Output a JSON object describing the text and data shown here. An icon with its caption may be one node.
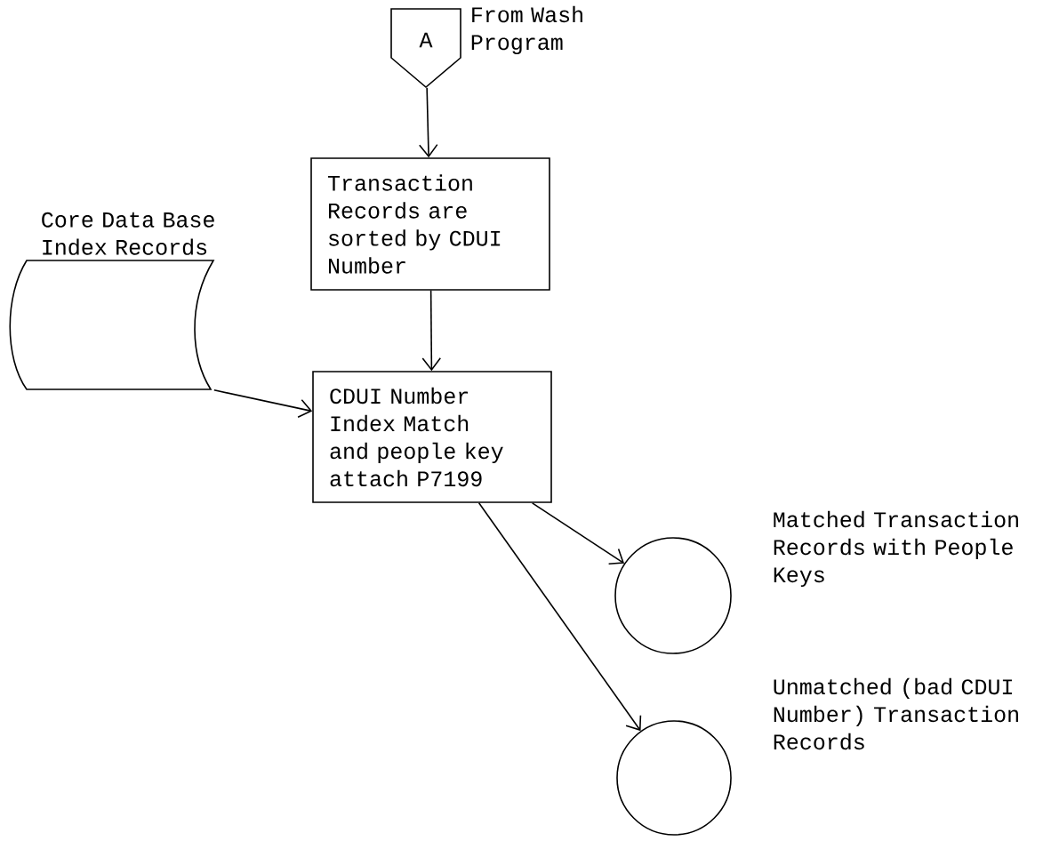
{
  "diagram": {
    "nodes": [
      {
        "text": [
          "A"
        ],
        "beside": [
          "From Wash Program"
        ]
      },
      {
        "text": [
          "Transaction Records are sorted by CDUI Number"
        ]
      },
      {
        "text": [
          "Core Data Base Index Records"
        ]
      },
      {
        "text": [
          "CDUI Number Index Match and people key attach P7199"
        ]
      },
      {
        "text": [],
        "shape": "circle",
        "beside": [
          "Matched Transaction Records with People Keys"
        ]
      },
      {
        "text": [],
        "shape": "circle",
        "beside": [
          "Unmatched (bad CDUI Number) Transaction Records"
        ]
      }
    ],
    "edges": [
      {
        "from": 0,
        "to": 1,
        "arrow": "to"
      },
      {
        "from": 1,
        "to": 3,
        "arrow": "to"
      },
      {
        "from": 2,
        "to": 3,
        "arrow": "to"
      },
      {
        "from": 3,
        "to": 4,
        "arrow": "to"
      },
      {
        "from": 3,
        "to": 5,
        "arrow": "to"
      }
    ]
  }
}
